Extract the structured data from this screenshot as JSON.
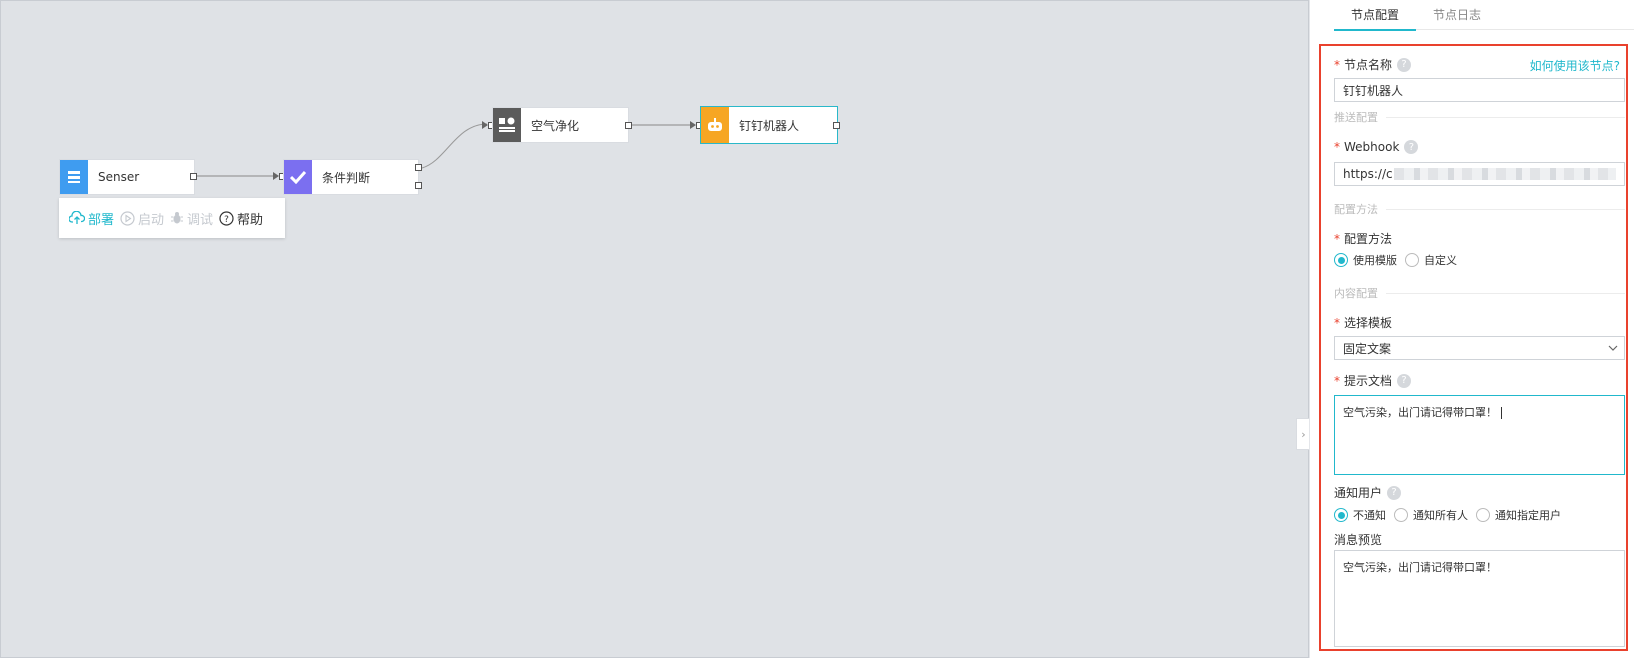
{
  "canvas": {
    "nodes": [
      {
        "label": "Senser",
        "icon": "sensor-icon",
        "color": "#3f9cf0"
      },
      {
        "label": "条件判断",
        "icon": "check-icon",
        "color": "#7b6ff0"
      },
      {
        "label": "空气净化",
        "icon": "device-icon",
        "color": "#5b5b5b"
      },
      {
        "label": "钉钉机器人",
        "icon": "robot-icon",
        "color": "#f6a623"
      }
    ],
    "toolbar": {
      "deploy": "部署",
      "start": "启动",
      "debug": "调试",
      "help": "帮助"
    }
  },
  "panel": {
    "tabs": [
      "节点配置",
      "节点日志"
    ],
    "help_link": "如何使用该节点?",
    "node_name_label": "节点名称",
    "node_name_value": "钉钉机器人",
    "section_push": "推送配置",
    "webhook_label": "Webhook",
    "webhook_value": "https://c",
    "section_config": "配置方法",
    "config_method_label": "配置方法",
    "config_options": [
      "使用模版",
      "自定义"
    ],
    "section_content": "内容配置",
    "template_label": "选择模板",
    "template_value": "固定文案",
    "doc_label": "提示文档",
    "doc_value": "空气污染，出门请记得带口罩！",
    "notify_label": "通知用户",
    "notify_options": [
      "不通知",
      "通知所有人",
      "通知指定用户"
    ],
    "preview_label": "消息预览",
    "preview_value": "空气污染，出门请记得带口罩！"
  },
  "colors": {
    "accent": "#21b8cc",
    "highlight_border": "#e9412d",
    "required": "#e9412d"
  }
}
